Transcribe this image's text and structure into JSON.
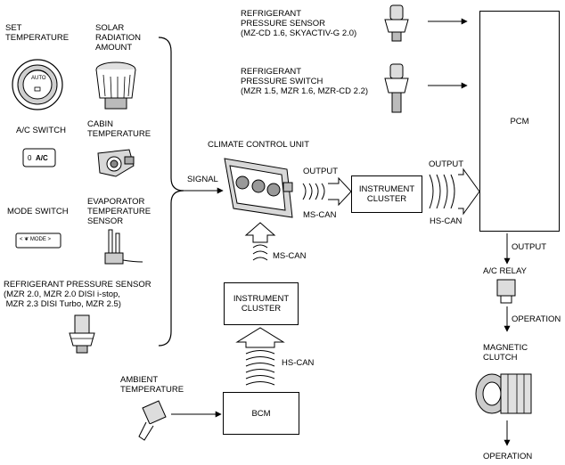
{
  "inputs": {
    "set_temperature": "SET\nTEMPERATURE",
    "solar_radiation": "SOLAR\nRADIATION\nAMOUNT",
    "ac_switch": "A/C SWITCH",
    "cabin_temperature": "CABIN\nTEMPERATURE",
    "mode_switch": "MODE SWITCH",
    "evaporator_sensor": "EVAPORATOR\nTEMPERATURE\nSENSOR",
    "refrigerant_sensor_left": "REFRIGERANT PRESSURE SENSOR\n(MZR 2.0, MZR 2.0 DISI i-stop,\n MZR 2.3 DISI Turbo, MZR 2.5)",
    "ambient_temperature": "AMBIENT\nTEMPERATURE"
  },
  "switch_labels": {
    "auto": "AUTO",
    "ac_on": "0",
    "ac": "A/C",
    "mode": "< ❦ MODE >"
  },
  "top_right": {
    "pressure_sensor": "REFRIGERANT\nPRESSURE SENSOR\n(MZ-CD 1.6, SKYACTIV-G 2.0)",
    "pressure_switch": "REFRIGERANT\nPRESSURE SWITCH\n(MZR 1.5, MZR 1.6, MZR-CD 2.2)"
  },
  "center": {
    "signal": "SIGNAL",
    "climate_control_unit": "CLIMATE CONTROL UNIT",
    "output_1": "OUTPUT",
    "ms_can_1": "MS-CAN",
    "instrument_cluster_right": "INSTRUMENT\nCLUSTER",
    "output_2": "OUTPUT",
    "hs_can_1": "HS-CAN",
    "ms_can_2": "MS-CAN",
    "instrument_cluster_mid": "INSTRUMENT\nCLUSTER",
    "hs_can_2": "HS-CAN",
    "bcm": "BCM"
  },
  "right_column": {
    "pcm": "PCM",
    "output": "OUTPUT",
    "ac_relay": "A/C RELAY",
    "operation_1": "OPERATION",
    "magnetic_clutch": "MAGNETIC\nCLUTCH",
    "operation_2": "OPERATION"
  }
}
